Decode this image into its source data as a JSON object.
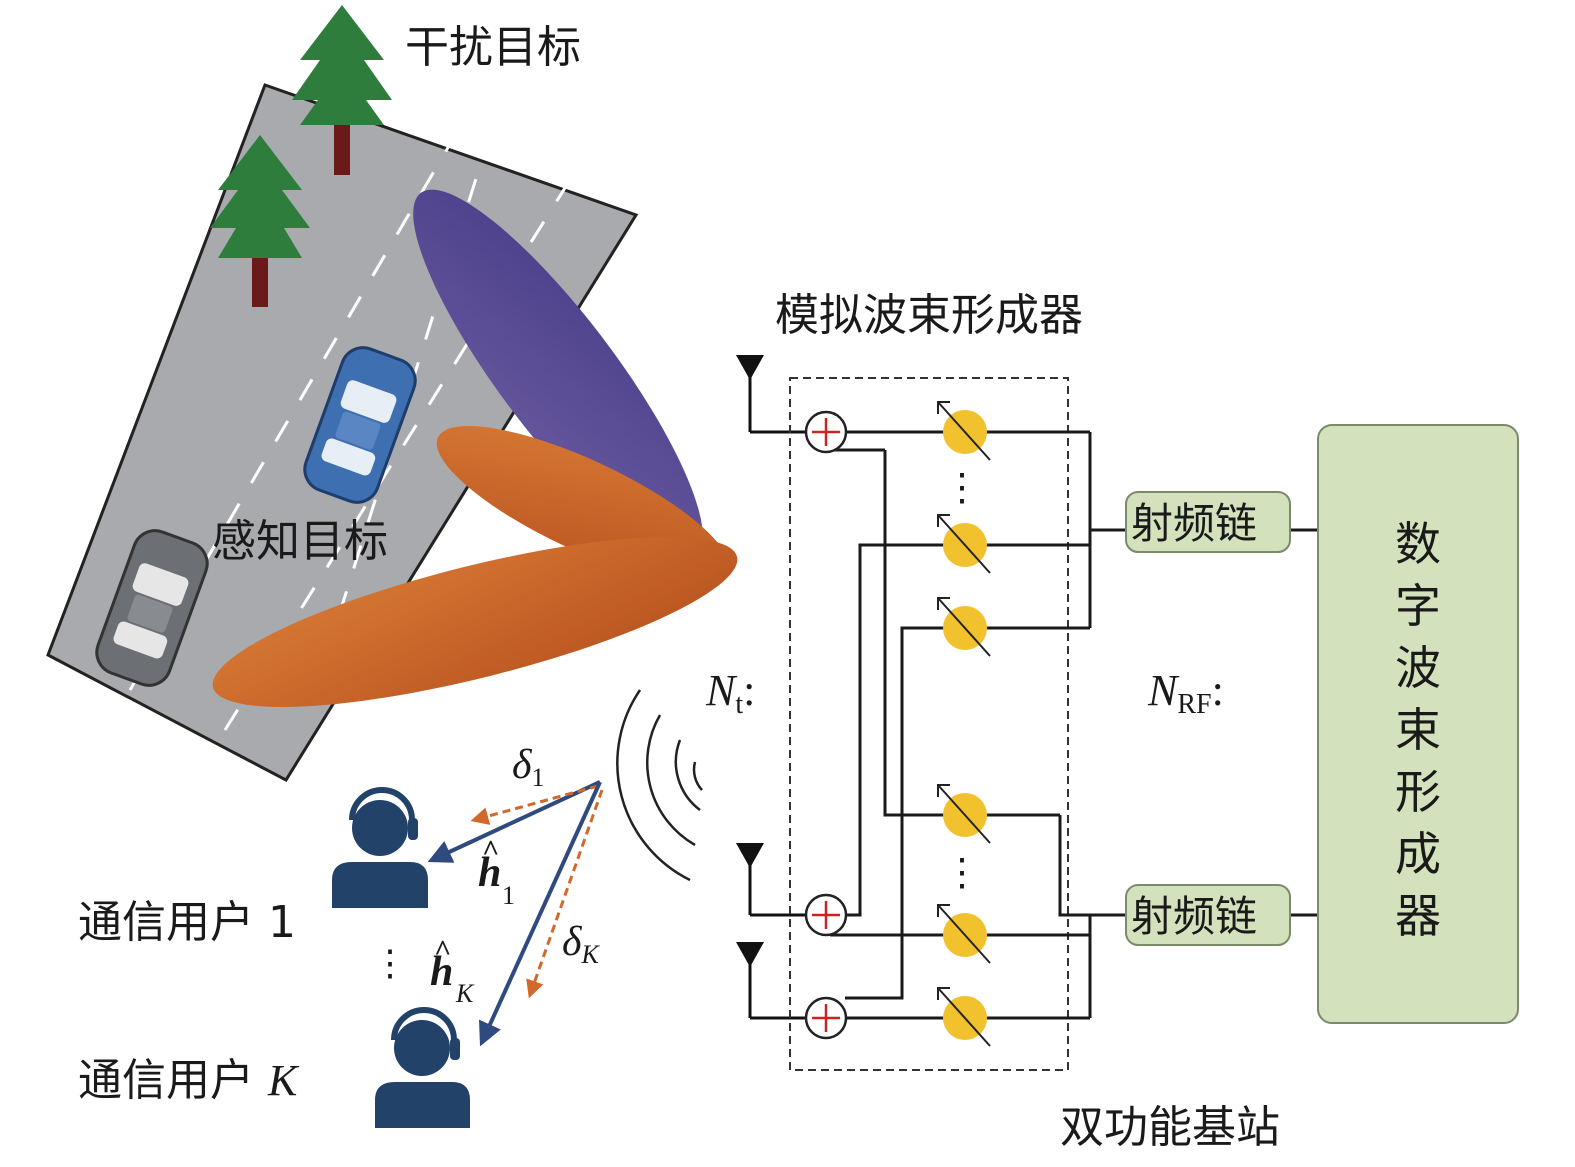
{
  "labels": {
    "interference_target": "干扰目标",
    "sensing_target": "感知目标",
    "analog_beamformer": "模拟波束形成器",
    "digital_beamformer": "数字波束形成器",
    "rf_chain_top": "射频链",
    "rf_chain_bottom": "射频链",
    "dual_function_bs": "双功能基站",
    "comm_user_1": "通信用户 1",
    "comm_user_K_prefix": "通信用户 ",
    "comm_user_K_var": "K",
    "vertical_dots": "⋮"
  },
  "math": {
    "N": "N",
    "t_sub": "t",
    "RF_sub": "RF",
    "colon": ":",
    "delta": "δ",
    "one": "1",
    "K": "K",
    "h": "h",
    "hat": "^"
  },
  "colors": {
    "road": "#a9aaad",
    "tree": "#2e7d3c",
    "trunk": "#6b1a1a",
    "purple_beam": "#5a4a8e",
    "orange_beam": "#c8612a",
    "user": "#22426a",
    "channel_arrow": "#2f4a7e",
    "error_arrow": "#d2692a",
    "phase_shifter": "#f2c12e",
    "rf_box": "#d3e1bc",
    "combiner_mark": "#cc2222"
  },
  "icons": [
    "tree-icon",
    "car-icon",
    "user-icon",
    "antenna-icon",
    "phase-shifter-icon",
    "combiner-icon",
    "signal-wave-icon"
  ]
}
